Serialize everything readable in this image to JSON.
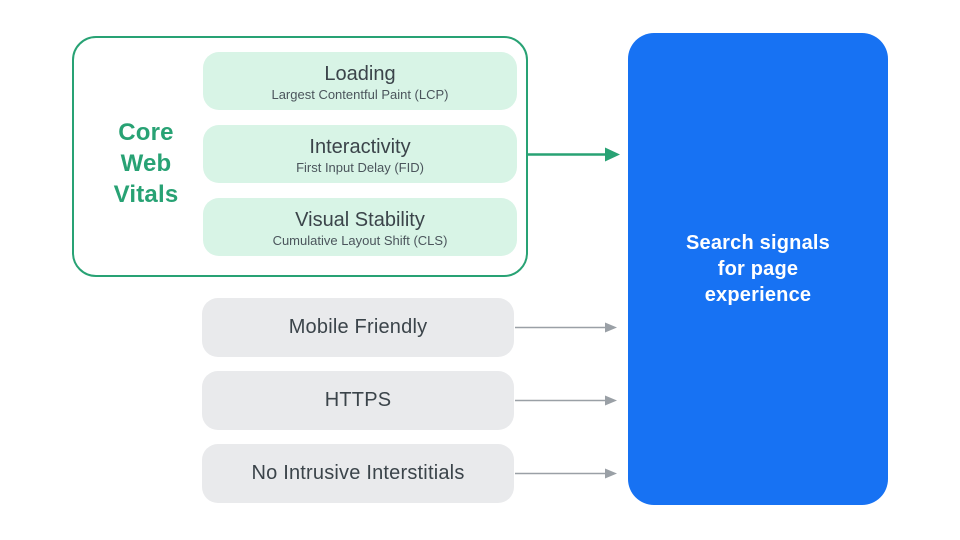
{
  "colors": {
    "green": "#28a274",
    "green_fill": "#d8f4e6",
    "gray_fill": "#e9eaec",
    "title_text": "#3b444a",
    "subtitle_text": "#4b555c",
    "blue": "#1772f3",
    "arrow_gray": "#9aa0a6",
    "result_text": "#ffffff",
    "background": "#ffffff"
  },
  "core_web_vitals": {
    "label": "Core\nWeb\nVitals",
    "items": [
      {
        "title": "Loading",
        "subtitle": "Largest Contentful Paint (LCP)"
      },
      {
        "title": "Interactivity",
        "subtitle": "First Input Delay (FID)"
      },
      {
        "title": "Visual Stability",
        "subtitle": "Cumulative Layout Shift (CLS)"
      }
    ]
  },
  "other_signals": [
    {
      "label": "Mobile Friendly"
    },
    {
      "label": "HTTPS"
    },
    {
      "label": "No Intrusive Interstitials"
    }
  ],
  "result_box": {
    "label": "Search signals\nfor page\nexperience"
  }
}
